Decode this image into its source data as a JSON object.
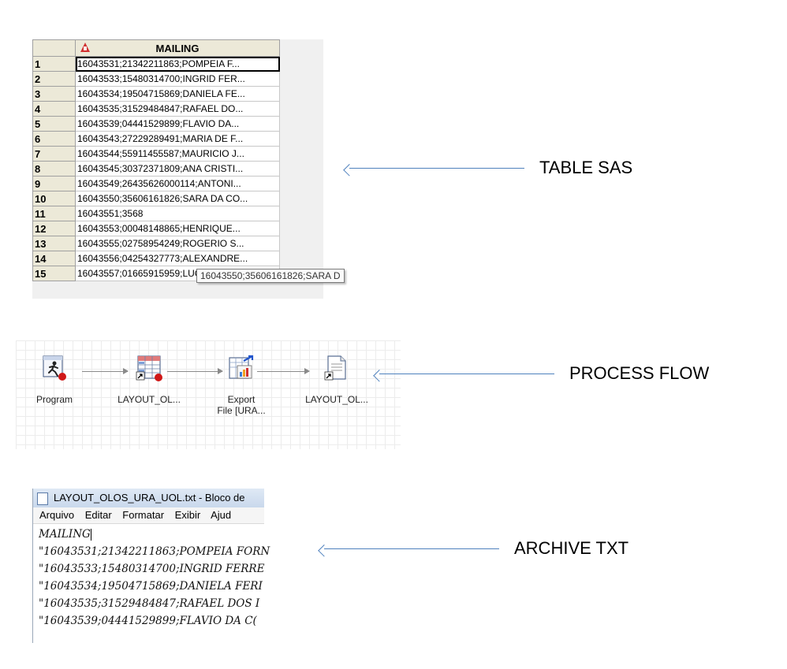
{
  "sas_table": {
    "column_header": "MAILING",
    "rows": [
      {
        "n": "1",
        "value": "16043531;21342211863;POMPEIA F..."
      },
      {
        "n": "2",
        "value": "16043533;15480314700;INGRID FER..."
      },
      {
        "n": "3",
        "value": "16043534;19504715869;DANIELA FE..."
      },
      {
        "n": "4",
        "value": "16043535;31529484847;RAFAEL DO..."
      },
      {
        "n": "5",
        "value": "16043539;04441529899;FLAVIO DA..."
      },
      {
        "n": "6",
        "value": "16043543;27229289491;MARIA DE F..."
      },
      {
        "n": "7",
        "value": "16043544;55911455587;MAURICIO J..."
      },
      {
        "n": "8",
        "value": "16043545;30372371809;ANA CRISTI..."
      },
      {
        "n": "9",
        "value": "16043549;26435626000114;ANTONI..."
      },
      {
        "n": "10",
        "value": "16043550;35606161826;SARA DA CO..."
      },
      {
        "n": "11",
        "value": "16043551;3568"
      },
      {
        "n": "12",
        "value": "16043553;00048148865;HENRIQUE..."
      },
      {
        "n": "13",
        "value": "16043555;02758954249;ROGERIO S..."
      },
      {
        "n": "14",
        "value": "16043556;04254327773;ALEXANDRE..."
      },
      {
        "n": "15",
        "value": "16043557;01665915959;LUCIANE AP..."
      }
    ],
    "tooltip": "16043550;35606161826;SARA D"
  },
  "process_flow": {
    "nodes": [
      {
        "label": "Program",
        "icon": "program-runner-icon"
      },
      {
        "label": "LAYOUT_OL...",
        "icon": "sas-table-icon"
      },
      {
        "label": "Export\nFile [URA...",
        "icon": "export-file-icon"
      },
      {
        "label": "LAYOUT_OL...",
        "icon": "text-file-icon"
      }
    ]
  },
  "notepad": {
    "title": "LAYOUT_OLOS_URA_UOL.txt - Bloco de",
    "menu": [
      "Arquivo",
      "Editar",
      "Formatar",
      "Exibir",
      "Ajud"
    ],
    "lines": [
      "MAILING",
      "\"16043531;21342211863;POMPEIA FORN",
      "\"16043533;15480314700;INGRID FERRE",
      "\"16043534;19504715869;DANIELA FERI",
      "\"16043535;31529484847;RAFAEL DOS I",
      "\"16043539;04441529899;FLAVIO DA C("
    ]
  },
  "callouts": {
    "table": "TABLE SAS",
    "flow": "PROCESS FLOW",
    "txt": "ARCHIVE TXT"
  },
  "colors": {
    "arrow": "#4f81bd",
    "header_bg": "#ece9d8"
  }
}
